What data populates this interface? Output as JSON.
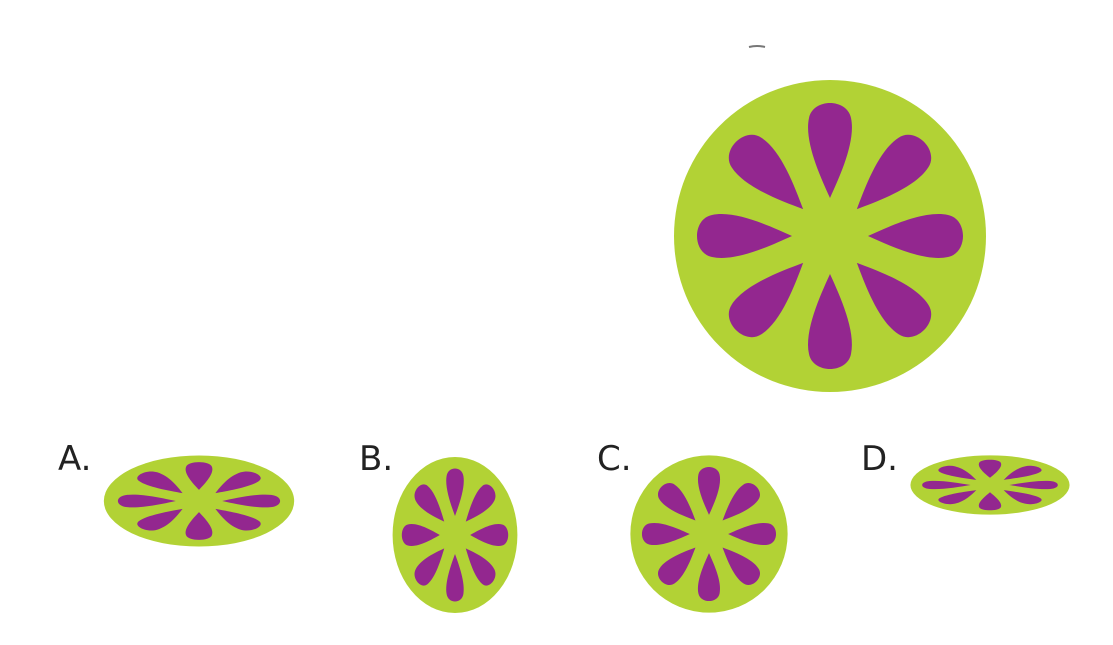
{
  "colors": {
    "disc": "#b2d235",
    "petal": "#93278f",
    "label": "#222222",
    "background": "#ffffff"
  },
  "figure": {
    "shape": "disc-with-8-petal-flower",
    "petal_count": 8
  },
  "options": [
    {
      "letter": "A.",
      "view": "ellipse-wide"
    },
    {
      "letter": "B.",
      "view": "ellipse-tall"
    },
    {
      "letter": "C.",
      "view": "circle"
    },
    {
      "letter": "D.",
      "view": "ellipse-flat"
    }
  ]
}
